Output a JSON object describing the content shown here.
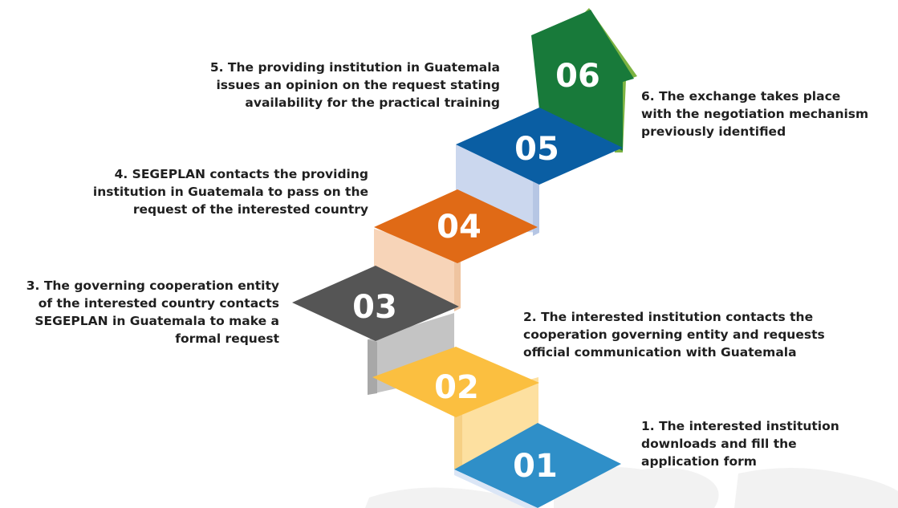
{
  "steps": [
    {
      "number": "01",
      "text": "1. The interested institution\ndownloads and fill the\napplication form",
      "color": "#2f8fc8",
      "riser": "#dbe6f6"
    },
    {
      "number": "02",
      "text": "2. The interested institution contacts the\ncooperation governing entity and requests\nofficial communication with Guatemala",
      "color": "#fbbf40",
      "riser": "#fde0a0"
    },
    {
      "number": "03",
      "text": "3. The governing cooperation entity\nof the interested country contacts\nSEGEPLAN in Guatemala to make a\nformal request",
      "color": "#555555",
      "riser": "#c2c2c2"
    },
    {
      "number": "04",
      "text": "4. SEGEPLAN contacts the providing\ninstitution in Guatemala to pass on the\nrequest of the interested country",
      "color": "#e06a16",
      "riser": "#f7d4b8"
    },
    {
      "number": "05",
      "text": "5. The providing institution in Guatemala\nissues an opinion on the request stating\navailability for the practical training",
      "color": "#0a5ea3",
      "riser": "#cbd7ee"
    },
    {
      "number": "06",
      "text": "6. The exchange takes place\nwith the negotiation mechanism\npreviously identified",
      "color": "#187a3a",
      "accent": "#7cb342"
    }
  ]
}
